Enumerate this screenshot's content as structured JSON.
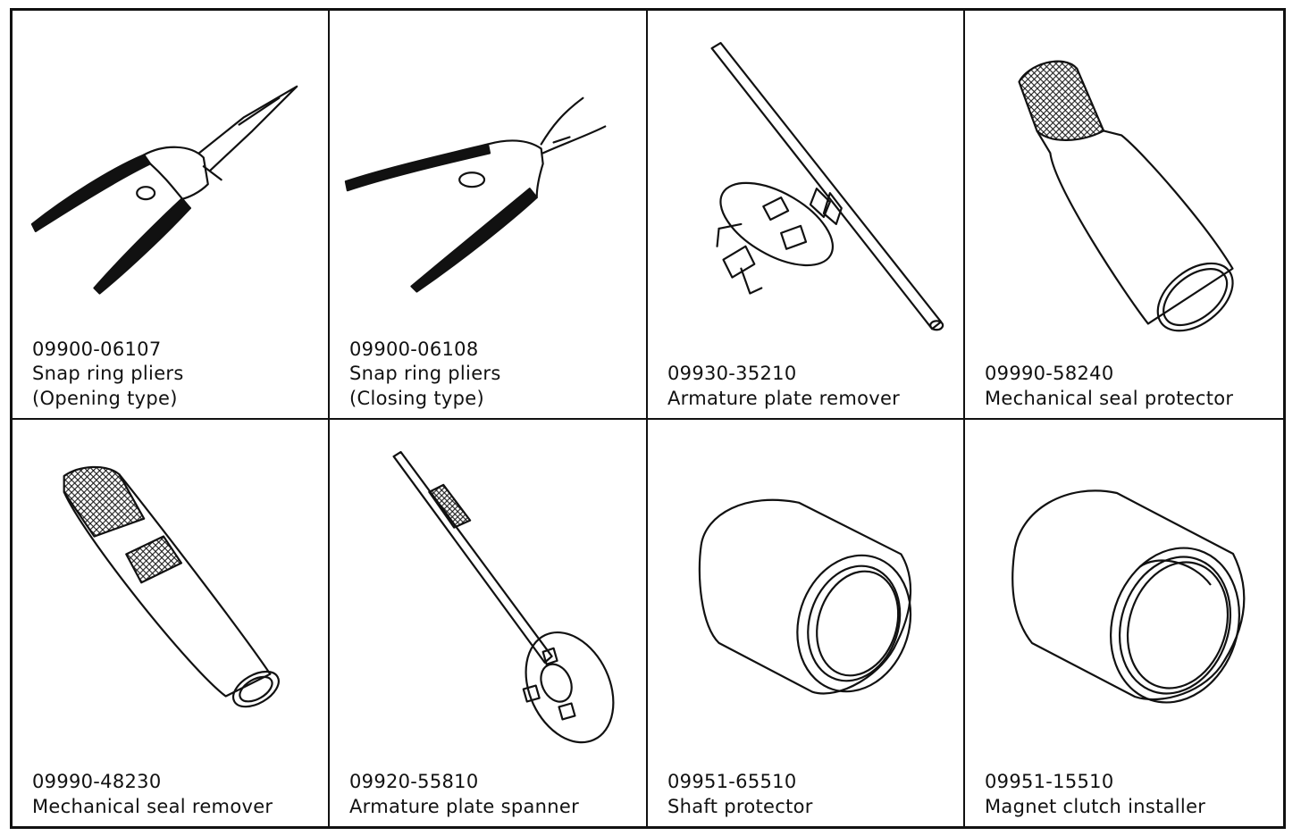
{
  "tools": [
    {
      "part": "09900-06107",
      "name": "Snap ring pliers",
      "note": "(Opening type)",
      "icon": "snap-ring-pliers-opening-icon"
    },
    {
      "part": "09900-06108",
      "name": "Snap ring pliers",
      "note": "(Closing type)",
      "icon": "snap-ring-pliers-closing-icon"
    },
    {
      "part": "09930-35210",
      "name": "Armature plate remover",
      "note": "",
      "icon": "armature-plate-remover-icon"
    },
    {
      "part": "09990-58240",
      "name": "Mechanical seal protector",
      "note": "",
      "icon": "mechanical-seal-protector-icon"
    },
    {
      "part": "09990-48230",
      "name": "Mechanical seal remover",
      "note": "",
      "icon": "mechanical-seal-remover-icon"
    },
    {
      "part": "09920-55810",
      "name": "Armature plate spanner",
      "note": "",
      "icon": "armature-plate-spanner-icon"
    },
    {
      "part": "09951-65510",
      "name": "Shaft protector",
      "note": "",
      "icon": "shaft-protector-icon"
    },
    {
      "part": "09951-15510",
      "name": "Magnet clutch installer",
      "note": "",
      "icon": "magnet-clutch-installer-icon"
    }
  ]
}
